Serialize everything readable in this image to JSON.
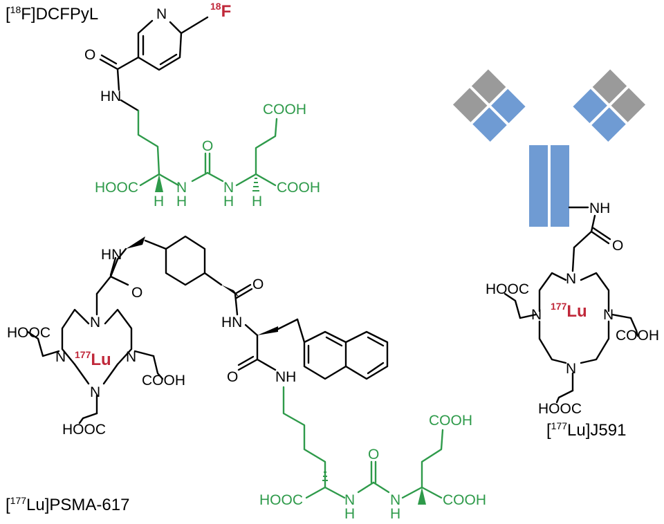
{
  "labels": {
    "dcfpyl": {
      "open": "[",
      "isotope": "18",
      "rest": "F]DCFPyL"
    },
    "psma617": {
      "open": "[",
      "isotope": "177",
      "rest": "Lu]PSMA-617"
    },
    "j591": {
      "open": "[",
      "isotope": "177",
      "rest": "Lu]J591"
    }
  },
  "isotopes": {
    "fluorine": {
      "mass": "18",
      "symbol": "F"
    },
    "lutetium": {
      "mass": "177",
      "symbol": "Lu"
    }
  },
  "atoms": {
    "N": "N",
    "O": "O",
    "H": "H",
    "NH": "NH",
    "HN": "HN",
    "COOH": "COOH",
    "HOOC": "HOOC"
  },
  "colors": {
    "bond": "#000000",
    "glutamate_urea": "#2e9a4a",
    "radionuclide": "#c0283a",
    "antibody_constant": "#9a9a9a",
    "antibody_variable": "#6f9bd3"
  }
}
